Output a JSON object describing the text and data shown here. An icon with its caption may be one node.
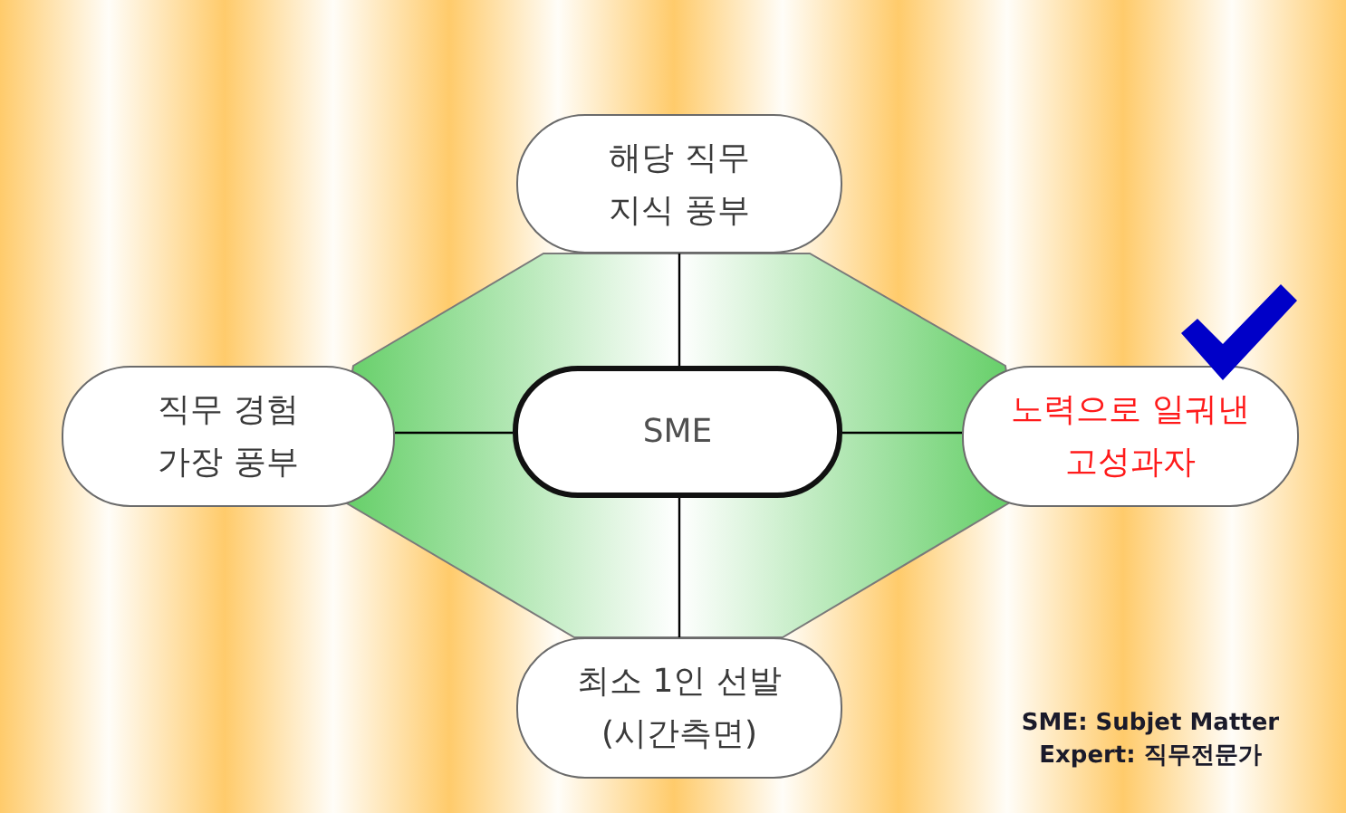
{
  "diagram": {
    "nodes": [
      {
        "text": [
          "해당 직무 지식 풍부"
        ]
      },
      {
        "text": [
          "직무 경험 가장 풍부"
        ]
      },
      {
        "text": [
          "SME"
        ]
      },
      {
        "text": [
          "노력으로 일궈낸 고성과자"
        ]
      },
      {
        "text": [
          "최소 1인 선발 (시간측면)"
        ]
      }
    ],
    "edges": [
      {
        "from": 0,
        "to": 2,
        "arrow": "none"
      },
      {
        "from": 1,
        "to": 2,
        "arrow": "none"
      },
      {
        "from": 2,
        "to": 3,
        "arrow": "none"
      },
      {
        "from": 2,
        "to": 4,
        "arrow": "none"
      }
    ],
    "labels": [
      "SME: Subjet Matter Expert: 직무전문가"
    ]
  }
}
